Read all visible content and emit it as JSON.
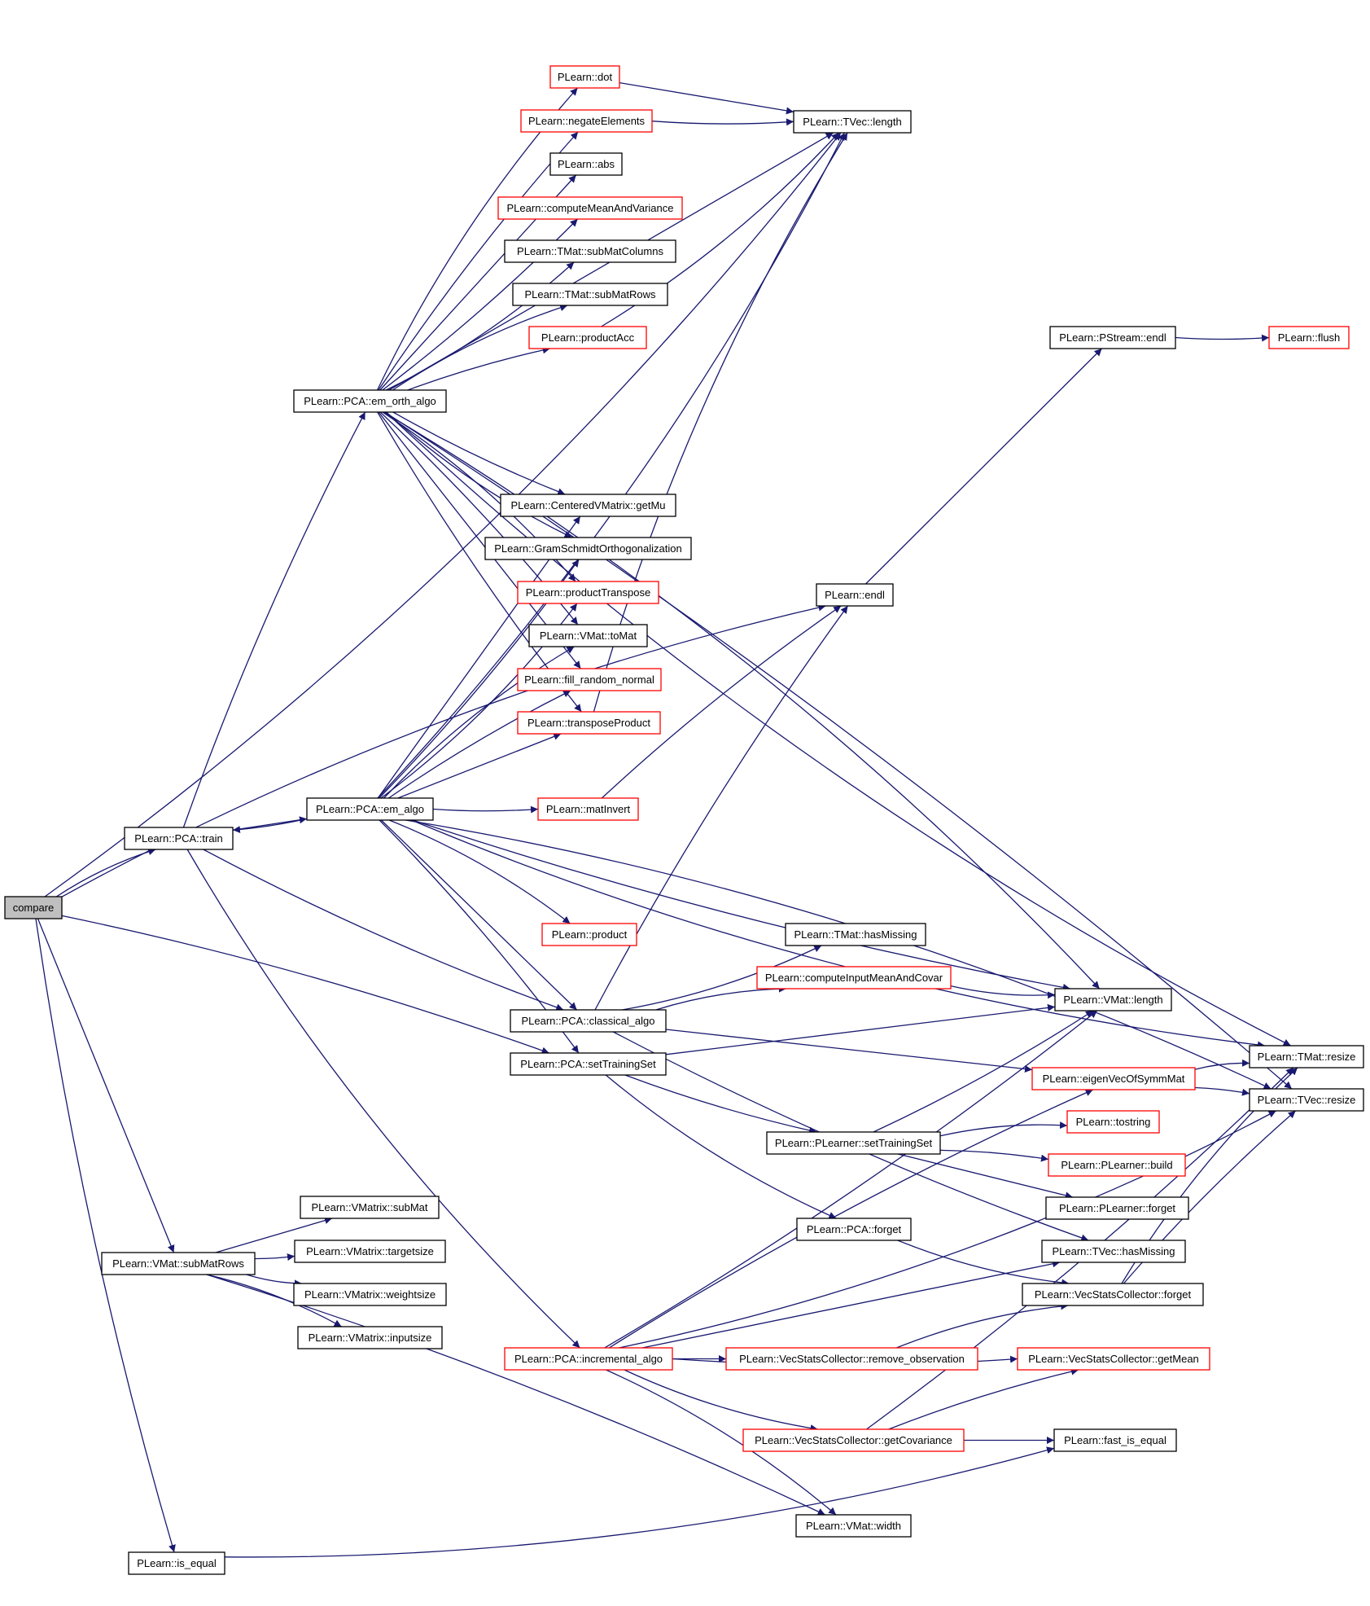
{
  "diagram": {
    "type": "call-graph",
    "colors": {
      "edge": "#191970",
      "border_normal": "#000000",
      "border_truncated": "#ff0000",
      "root_fill": "#bfbfbf",
      "node_fill": "#ffffff"
    },
    "nodes": [
      {
        "id": "compare",
        "label": "compare",
        "style": "root"
      },
      {
        "id": "tvec_length",
        "label": "PLearn::TVec::length",
        "style": "normal"
      },
      {
        "id": "dot",
        "label": "PLearn::dot",
        "style": "truncated"
      },
      {
        "id": "negate",
        "label": "PLearn::negateElements",
        "style": "truncated"
      },
      {
        "id": "abs",
        "label": "PLearn::abs",
        "style": "normal"
      },
      {
        "id": "cmav",
        "label": "PLearn::computeMeanAndVariance",
        "style": "truncated"
      },
      {
        "id": "submatcols",
        "label": "PLearn::TMat::subMatColumns",
        "style": "normal"
      },
      {
        "id": "tmat_submatrows",
        "label": "PLearn::TMat::subMatRows",
        "style": "normal"
      },
      {
        "id": "productacc",
        "label": "PLearn::productAcc",
        "style": "truncated"
      },
      {
        "id": "pstream_endl",
        "label": "PLearn::PStream::endl",
        "style": "normal"
      },
      {
        "id": "flush",
        "label": "PLearn::flush",
        "style": "truncated"
      },
      {
        "id": "em_orth",
        "label": "PLearn::PCA::em_orth_algo",
        "style": "normal"
      },
      {
        "id": "getmu",
        "label": "PLearn::CenteredVMatrix::getMu",
        "style": "normal"
      },
      {
        "id": "gramschmidt",
        "label": "PLearn::GramSchmidtOrthogonalization",
        "style": "normal"
      },
      {
        "id": "producttranspose",
        "label": "PLearn::productTranspose",
        "style": "truncated"
      },
      {
        "id": "endl",
        "label": "PLearn::endl",
        "style": "normal"
      },
      {
        "id": "tomat",
        "label": "PLearn::VMat::toMat",
        "style": "normal"
      },
      {
        "id": "fillrandom",
        "label": "PLearn::fill_random_normal",
        "style": "truncated"
      },
      {
        "id": "transposeproduct",
        "label": "PLearn::transposeProduct",
        "style": "truncated"
      },
      {
        "id": "em_algo",
        "label": "PLearn::PCA::em_algo",
        "style": "normal"
      },
      {
        "id": "matinvert",
        "label": "PLearn::matInvert",
        "style": "truncated"
      },
      {
        "id": "train",
        "label": "PLearn::PCA::train",
        "style": "normal"
      },
      {
        "id": "product",
        "label": "PLearn::product",
        "style": "truncated"
      },
      {
        "id": "hasmissing_tmat",
        "label": "PLearn::TMat::hasMissing",
        "style": "normal"
      },
      {
        "id": "cimac",
        "label": "PLearn::computeInputMeanAndCovar",
        "style": "truncated"
      },
      {
        "id": "vmat_length",
        "label": "PLearn::VMat::length",
        "style": "normal"
      },
      {
        "id": "classical",
        "label": "PLearn::PCA::classical_algo",
        "style": "normal"
      },
      {
        "id": "tmat_resize",
        "label": "PLearn::TMat::resize",
        "style": "normal"
      },
      {
        "id": "pca_settrain",
        "label": "PLearn::PCA::setTrainingSet",
        "style": "normal"
      },
      {
        "id": "eigenvec",
        "label": "PLearn::eigenVecOfSymmMat",
        "style": "truncated"
      },
      {
        "id": "tvec_resize",
        "label": "PLearn::TVec::resize",
        "style": "normal"
      },
      {
        "id": "tostring",
        "label": "PLearn::tostring",
        "style": "truncated"
      },
      {
        "id": "pl_settrain",
        "label": "PLearn::PLearner::setTrainingSet",
        "style": "normal"
      },
      {
        "id": "pl_build",
        "label": "PLearn::PLearner::build",
        "style": "truncated"
      },
      {
        "id": "pl_forget",
        "label": "PLearn::PLearner::forget",
        "style": "normal"
      },
      {
        "id": "vmatrix_submat",
        "label": "PLearn::VMatrix::subMat",
        "style": "normal"
      },
      {
        "id": "pca_forget",
        "label": "PLearn::PCA::forget",
        "style": "normal"
      },
      {
        "id": "targetsize",
        "label": "PLearn::VMatrix::targetsize",
        "style": "normal"
      },
      {
        "id": "vmat_submatrows",
        "label": "PLearn::VMat::subMatRows",
        "style": "normal"
      },
      {
        "id": "tvec_hasmissing",
        "label": "PLearn::TVec::hasMissing",
        "style": "normal"
      },
      {
        "id": "weightsize",
        "label": "PLearn::VMatrix::weightsize",
        "style": "normal"
      },
      {
        "id": "vsc_forget",
        "label": "PLearn::VecStatsCollector::forget",
        "style": "normal"
      },
      {
        "id": "inputsize",
        "label": "PLearn::VMatrix::inputsize",
        "style": "normal"
      },
      {
        "id": "incremental",
        "label": "PLearn::PCA::incremental_algo",
        "style": "truncated"
      },
      {
        "id": "remove_obs",
        "label": "PLearn::VecStatsCollector::remove_observation",
        "style": "truncated"
      },
      {
        "id": "getmean",
        "label": "PLearn::VecStatsCollector::getMean",
        "style": "truncated"
      },
      {
        "id": "getcov",
        "label": "PLearn::VecStatsCollector::getCovariance",
        "style": "truncated"
      },
      {
        "id": "fast_is_equal",
        "label": "PLearn::fast_is_equal",
        "style": "normal"
      },
      {
        "id": "vmat_width",
        "label": "PLearn::VMat::width",
        "style": "normal"
      },
      {
        "id": "is_equal",
        "label": "PLearn::is_equal",
        "style": "normal"
      }
    ],
    "edges": [
      [
        "compare",
        "train"
      ],
      [
        "compare",
        "pca_settrain"
      ],
      [
        "compare",
        "vmat_submatrows"
      ],
      [
        "compare",
        "is_equal"
      ],
      [
        "compare",
        "tvec_length"
      ],
      [
        "compare",
        "endl"
      ],
      [
        "train",
        "em_orth"
      ],
      [
        "train",
        "em_algo"
      ],
      [
        "train",
        "classical"
      ],
      [
        "train",
        "incremental"
      ],
      [
        "em_orth",
        "dot"
      ],
      [
        "em_orth",
        "negate"
      ],
      [
        "em_orth",
        "abs"
      ],
      [
        "em_orth",
        "cmav"
      ],
      [
        "em_orth",
        "submatcols"
      ],
      [
        "em_orth",
        "tmat_submatrows"
      ],
      [
        "em_orth",
        "productacc"
      ],
      [
        "em_orth",
        "tvec_length"
      ],
      [
        "em_orth",
        "getmu"
      ],
      [
        "em_orth",
        "gramschmidt"
      ],
      [
        "em_orth",
        "producttranspose"
      ],
      [
        "em_orth",
        "tomat"
      ],
      [
        "em_orth",
        "fillrandom"
      ],
      [
        "em_orth",
        "transposeproduct"
      ],
      [
        "em_orth",
        "tmat_resize"
      ],
      [
        "em_orth",
        "vmat_length"
      ],
      [
        "em_orth",
        "tvec_resize"
      ],
      [
        "dot",
        "tvec_length"
      ],
      [
        "negate",
        "tvec_length"
      ],
      [
        "productacc",
        "tvec_length"
      ],
      [
        "transposeproduct",
        "tvec_length"
      ],
      [
        "em_algo",
        "train"
      ],
      [
        "em_algo",
        "getmu"
      ],
      [
        "em_algo",
        "gramschmidt"
      ],
      [
        "em_algo",
        "producttranspose"
      ],
      [
        "em_algo",
        "tomat"
      ],
      [
        "em_algo",
        "fillrandom"
      ],
      [
        "em_algo",
        "transposeproduct"
      ],
      [
        "em_algo",
        "matinvert"
      ],
      [
        "em_algo",
        "tvec_length"
      ],
      [
        "em_algo",
        "product"
      ],
      [
        "em_algo",
        "pca_settrain"
      ],
      [
        "em_algo",
        "classical"
      ],
      [
        "em_algo",
        "vmat_length"
      ],
      [
        "em_algo",
        "tmat_resize"
      ],
      [
        "em_algo",
        "tvec_resize"
      ],
      [
        "matinvert",
        "endl"
      ],
      [
        "endl",
        "pstream_endl"
      ],
      [
        "pstream_endl",
        "flush"
      ],
      [
        "classical",
        "hasmissing_tmat"
      ],
      [
        "classical",
        "cimac"
      ],
      [
        "classical",
        "endl"
      ],
      [
        "classical",
        "eigenvec"
      ],
      [
        "classical",
        "tvec_hasmissing"
      ],
      [
        "cimac",
        "vmat_length"
      ],
      [
        "eigenvec",
        "tmat_resize"
      ],
      [
        "eigenvec",
        "tvec_resize"
      ],
      [
        "pca_settrain",
        "vmat_length"
      ],
      [
        "pca_settrain",
        "pl_settrain"
      ],
      [
        "pca_settrain",
        "pca_forget"
      ],
      [
        "pl_settrain",
        "tostring"
      ],
      [
        "pl_settrain",
        "pl_build"
      ],
      [
        "pl_settrain",
        "pl_forget"
      ],
      [
        "pl_settrain",
        "vmat_length"
      ],
      [
        "pca_forget",
        "vsc_forget"
      ],
      [
        "vsc_forget",
        "tmat_resize"
      ],
      [
        "vsc_forget",
        "tvec_resize"
      ],
      [
        "vmat_submatrows",
        "vmatrix_submat"
      ],
      [
        "vmat_submatrows",
        "targetsize"
      ],
      [
        "vmat_submatrows",
        "weightsize"
      ],
      [
        "vmat_submatrows",
        "inputsize"
      ],
      [
        "vmat_submatrows",
        "vmat_width"
      ],
      [
        "incremental",
        "remove_obs"
      ],
      [
        "incremental",
        "getmean"
      ],
      [
        "incremental",
        "getcov"
      ],
      [
        "incremental",
        "vmat_width"
      ],
      [
        "incremental",
        "eigenvec"
      ],
      [
        "incremental",
        "tvec_hasmissing"
      ],
      [
        "incremental",
        "vmat_length"
      ],
      [
        "incremental",
        "tvec_resize"
      ],
      [
        "remove_obs",
        "vsc_forget"
      ],
      [
        "getcov",
        "getmean"
      ],
      [
        "getcov",
        "fast_is_equal"
      ],
      [
        "getcov",
        "tmat_resize"
      ],
      [
        "is_equal",
        "fast_is_equal"
      ]
    ]
  }
}
